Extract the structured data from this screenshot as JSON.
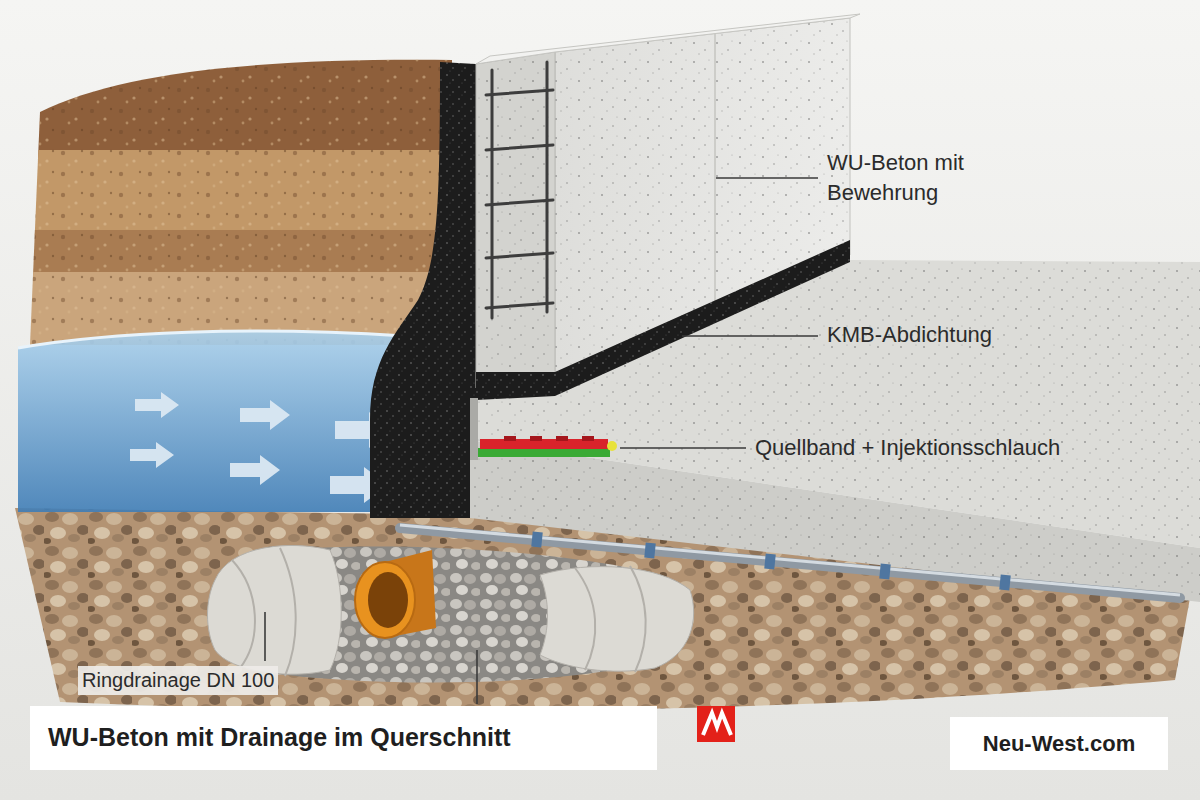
{
  "diagram": {
    "title": "WU-Beton mit Drainage im Querschnitt",
    "labels": [
      "WU-Beton mit Bewehrung",
      "KMB-Abdichtung",
      "Quellband + Injektionsschlauch",
      "Ringdrainage DN 100",
      "Neu-West.com"
    ]
  }
}
